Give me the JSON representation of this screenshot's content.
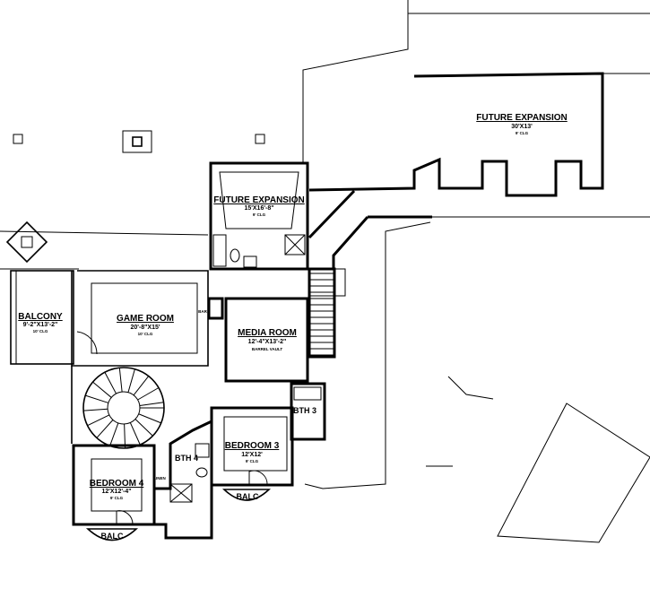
{
  "rooms": {
    "future_expansion_small": {
      "name": "FUTURE EXPANSION",
      "size": "15'X16'-8\"",
      "ceiling": "9' CLG"
    },
    "future_expansion_large": {
      "name": "FUTURE EXPANSION",
      "size": "30'X13'",
      "ceiling": "9' CLG"
    },
    "balcony": {
      "name": "BALCONY",
      "size": "9'-2\"X13'-2\"",
      "ceiling": "10' CLG"
    },
    "game_room": {
      "name": "GAME ROOM",
      "size": "20'-8\"X15'",
      "ceiling": "10' CLG"
    },
    "media_room": {
      "name": "MEDIA ROOM",
      "size": "12'-4\"X13'-2\"",
      "ceiling": "BARREL VAULT"
    },
    "bedroom_3": {
      "name": "BEDROOM 3",
      "size": "12'X12'",
      "ceiling": "9' CLG"
    },
    "bedroom_4": {
      "name": "BEDROOM 4",
      "size": "12'X12'-4\"",
      "ceiling": "9' CLG"
    },
    "bath_3": {
      "name": "BTH 3"
    },
    "bath_4": {
      "name": "BTH 4"
    }
  },
  "balconies": {
    "balc_bed3": "BALC",
    "balc_bed4": "BALC"
  },
  "small_labels": {
    "bar": "BAR",
    "linen": "LINEN"
  }
}
